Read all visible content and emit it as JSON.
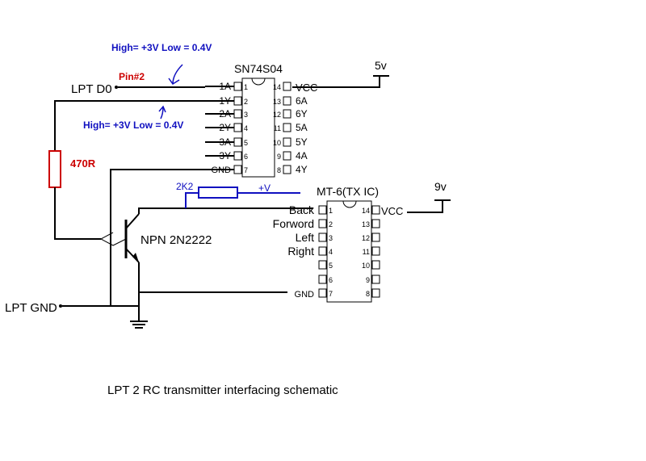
{
  "caption": "LPT 2 RC transmitter interfacing schematic",
  "lpt_d0": "LPT D0",
  "lpt_gnd": "LPT GND",
  "pin2": "Pin#2",
  "annotation_top": "High= +3V Low = 0.4V",
  "annotation_bottom": "High= +3V Low = 0.4V",
  "colors": {
    "wire": "#000000",
    "annotation": "#1010c0",
    "pin_label": "#cc0000",
    "resistor_label": "#cc0000"
  },
  "supply_5v": "5v",
  "supply_9v": "9v",
  "resistor_470": {
    "label": "470R"
  },
  "resistor_2k2": {
    "label": "2K2"
  },
  "plus_v": "+V",
  "transistor": "NPN 2N2222",
  "ic1": {
    "name": "SN74S04",
    "vcc_label": "VCC",
    "left_labels": [
      "1A",
      "1Y",
      "2A",
      "2Y",
      "3A",
      "3Y",
      "GND"
    ],
    "left_numbers": [
      "1",
      "2",
      "3",
      "4",
      "5",
      "6",
      "7"
    ],
    "right_numbers": [
      "14",
      "13",
      "12",
      "11",
      "10",
      "9",
      "8"
    ],
    "right_labels": [
      "",
      "6A",
      "6Y",
      "5A",
      "5Y",
      "4A",
      "4Y"
    ]
  },
  "ic2": {
    "name": "MT-6(TX IC)",
    "vcc_label": "VCC",
    "left_labels": [
      "Back",
      "Forword",
      "Left",
      "Right",
      "",
      "",
      "GND"
    ],
    "left_numbers": [
      "1",
      "2",
      "3",
      "4",
      "5",
      "6",
      "7"
    ],
    "right_numbers": [
      "14",
      "13",
      "12",
      "11",
      "10",
      "9",
      "8"
    ]
  }
}
